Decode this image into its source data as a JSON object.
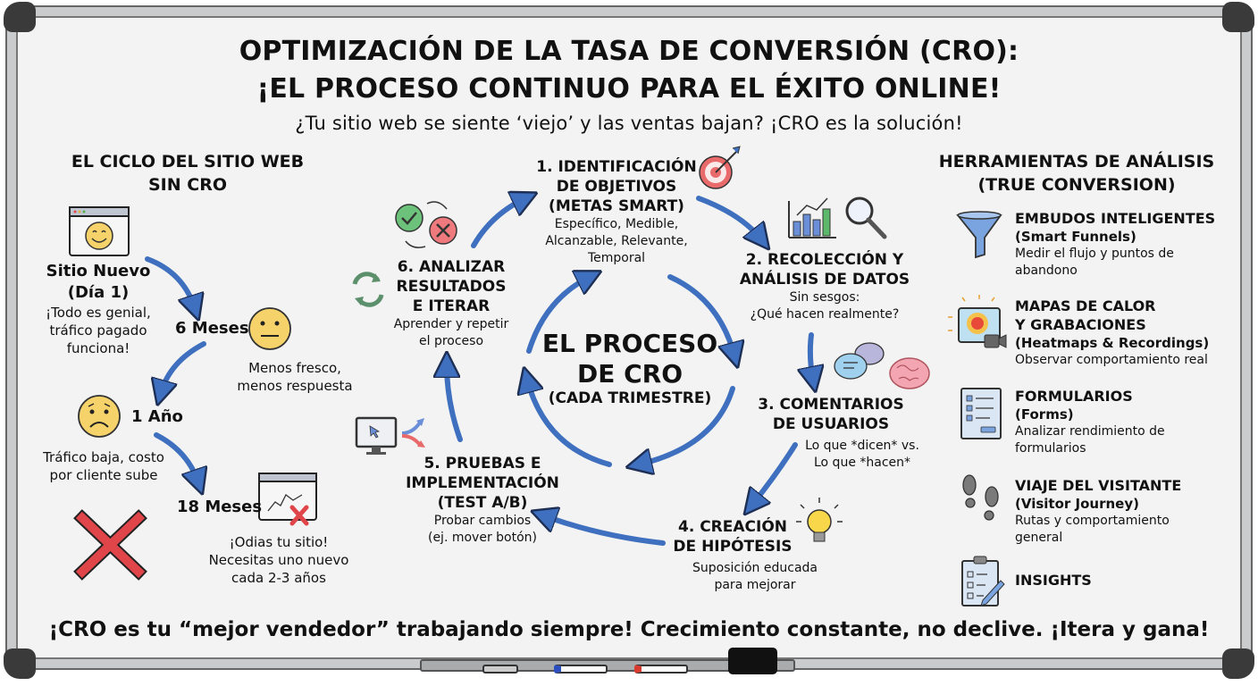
{
  "header": {
    "title_line1": "OPTIMIZACIÓN DE LA TASA DE CONVERSIÓN (CRO):",
    "title_line2": "¡EL PROCESO CONTINUO PARA EL ÉXITO ONLINE!",
    "subtitle": "¿Tu sitio web se siente ‘viejo’ y las ventas bajan? ¡CRO es la solución!"
  },
  "left_panel": {
    "heading_line1": "EL CICLO DEL SITIO WEB",
    "heading_line2": "SIN CRO",
    "stages": [
      {
        "label_line1": "Sitio Nuevo",
        "label_line2": "(Día 1)",
        "desc_line1": "¡Todo es genial,",
        "desc_line2": "tráfico pagado",
        "desc_line3": "funciona!",
        "icon": "happy-face-browser-icon"
      },
      {
        "label": "6 Meses",
        "desc_line1": "Menos fresco,",
        "desc_line2": "menos respuesta",
        "icon": "neutral-face-icon"
      },
      {
        "label": "1 Año",
        "desc_line1": "Tráfico baja, costo",
        "desc_line2": "por cliente sube",
        "icon": "sad-face-icon"
      },
      {
        "label": "18 Meses",
        "desc_line1": "¡Odias tu sitio!",
        "desc_line2": "Necesitas uno nuevo",
        "desc_line3": "cada 2-3 años",
        "icon": "broken-browser-icon"
      }
    ],
    "fail_icon": "red-x-icon"
  },
  "cycle": {
    "center_line1": "EL PROCESO",
    "center_line2": "DE CRO",
    "center_sub": "(CADA TRIMESTRE)",
    "steps": [
      {
        "title_lines": [
          "1. IDENTIFICACIÓN",
          "DE OBJETIVOS",
          "(METAS SMART)"
        ],
        "desc_lines": [
          "Específico, Medible,",
          "Alcanzable, Relevante,",
          "Temporal"
        ],
        "icon": "target-icon"
      },
      {
        "title_lines": [
          "2. RECOLECCIÓN Y",
          "ANÁLISIS DE DATOS"
        ],
        "desc_lines": [
          "Sin sesgos:",
          "¿Qué hacen realmente?"
        ],
        "icon": "chart-magnifier-icon"
      },
      {
        "title_lines": [
          "3. COMENTARIOS",
          "DE USUARIOS"
        ],
        "desc_lines": [
          "Lo que *dicen* vs.",
          "Lo que *hacen*"
        ],
        "icon": "chat-brain-icon"
      },
      {
        "title_lines": [
          "4. CREACIÓN",
          "DE HIPÓTESIS"
        ],
        "desc_lines": [
          "Suposición educada",
          "para mejorar"
        ],
        "icon": "lightbulb-icon"
      },
      {
        "title_lines": [
          "5. PRUEBAS E",
          "IMPLEMENTACIÓN",
          "(TEST A/B)"
        ],
        "desc_lines": [
          "Probar cambios",
          "(ej. mover botón)"
        ],
        "icon": "ab-test-monitor-icon"
      },
      {
        "title_lines": [
          "6. ANALIZAR",
          "RESULTADOS",
          "E ITERAR"
        ],
        "desc_lines": [
          "Aprender y repetir",
          "el proceso"
        ],
        "icon": "check-cross-cycle-icon"
      }
    ]
  },
  "right_panel": {
    "heading_line1": "HERRAMIENTAS DE ANÁLISIS",
    "heading_line2": "(TRUE CONVERSION)",
    "tools": [
      {
        "title_lines": [
          "EMBUDOS INTELIGENTES"
        ],
        "subtitle": "(Smart Funnels)",
        "desc_lines": [
          "Medir el flujo y puntos de",
          "abandono"
        ],
        "icon": "funnel-icon"
      },
      {
        "title_lines": [
          "MAPAS DE CALOR",
          "Y GRABACIONES"
        ],
        "subtitle": "(Heatmaps & Recordings)",
        "desc_lines": [
          "Observar comportamiento real"
        ],
        "icon": "heatmap-camera-icon"
      },
      {
        "title_lines": [
          "FORMULARIOS"
        ],
        "subtitle": "(Forms)",
        "desc_lines": [
          "Analizar rendimiento de",
          "formularios"
        ],
        "icon": "form-icon"
      },
      {
        "title_lines": [
          "VIAJE DEL VISITANTE"
        ],
        "subtitle": "(Visitor Journey)",
        "desc_lines": [
          "Rutas y comportamiento",
          "general"
        ],
        "icon": "footprints-icon"
      },
      {
        "title_lines": [
          "INSIGHTS"
        ],
        "subtitle": "",
        "desc_lines": [],
        "icon": "clipboard-checklist-icon"
      }
    ]
  },
  "footer": {
    "text": "¡CRO es tu “mejor vendedor” trabajando siempre! Crecimiento constante, no declive. ¡Itera y gana!"
  },
  "colors": {
    "board_bg": "#f2f3f2",
    "arrow_blue": "#3f6fbf",
    "arrow_outline": "#1e2f55",
    "red_x": "#e0454a",
    "face_yellow": "#f6d36a",
    "green_check": "#5cb86a",
    "frame_gray": "#c9cbcd",
    "corner_dark": "#3a3a3a"
  }
}
